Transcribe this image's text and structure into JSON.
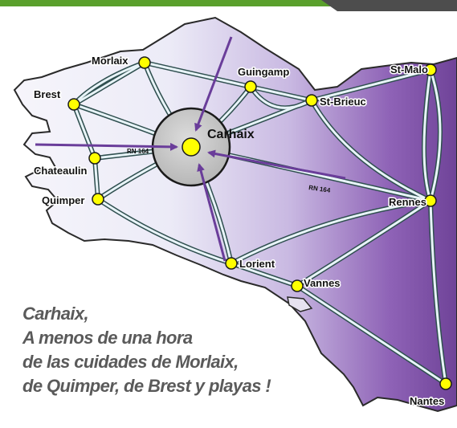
{
  "map": {
    "center": {
      "name": "Carhaix"
    },
    "cities": [
      {
        "id": "morlaix",
        "name": "Morlaix"
      },
      {
        "id": "brest",
        "name": "Brest"
      },
      {
        "id": "guingamp",
        "name": "Guingamp"
      },
      {
        "id": "st-brieuc",
        "name": "St-Brieuc"
      },
      {
        "id": "st-malo",
        "name": "St-Malo"
      },
      {
        "id": "chateaulin",
        "name": "Chateaulin"
      },
      {
        "id": "quimper",
        "name": "Quimper"
      },
      {
        "id": "rennes",
        "name": "Rennes"
      },
      {
        "id": "lorient",
        "name": "Lorient"
      },
      {
        "id": "vannes",
        "name": "Vannes"
      },
      {
        "id": "nantes",
        "name": "Nantes"
      }
    ],
    "road_labels": [
      "RN 164",
      "RN 164"
    ],
    "caption": [
      "Carhaix,",
      "A menos de una hora",
      "de las cuidades de Morlaix,",
      "de Quimper, de Brest  y playas !"
    ],
    "colors": {
      "land_light": "#f2f0fa",
      "land_dark": "#7b4fa6",
      "road_outline": "#2f4f4f",
      "road_fill": "#e8f4f8",
      "city_dot": "#ffff00",
      "center_disc": "#c8c8c8",
      "arrow": "#6a3d9a",
      "caption_text": "#5a5a5a",
      "top_bar": "#5aa02c"
    }
  }
}
